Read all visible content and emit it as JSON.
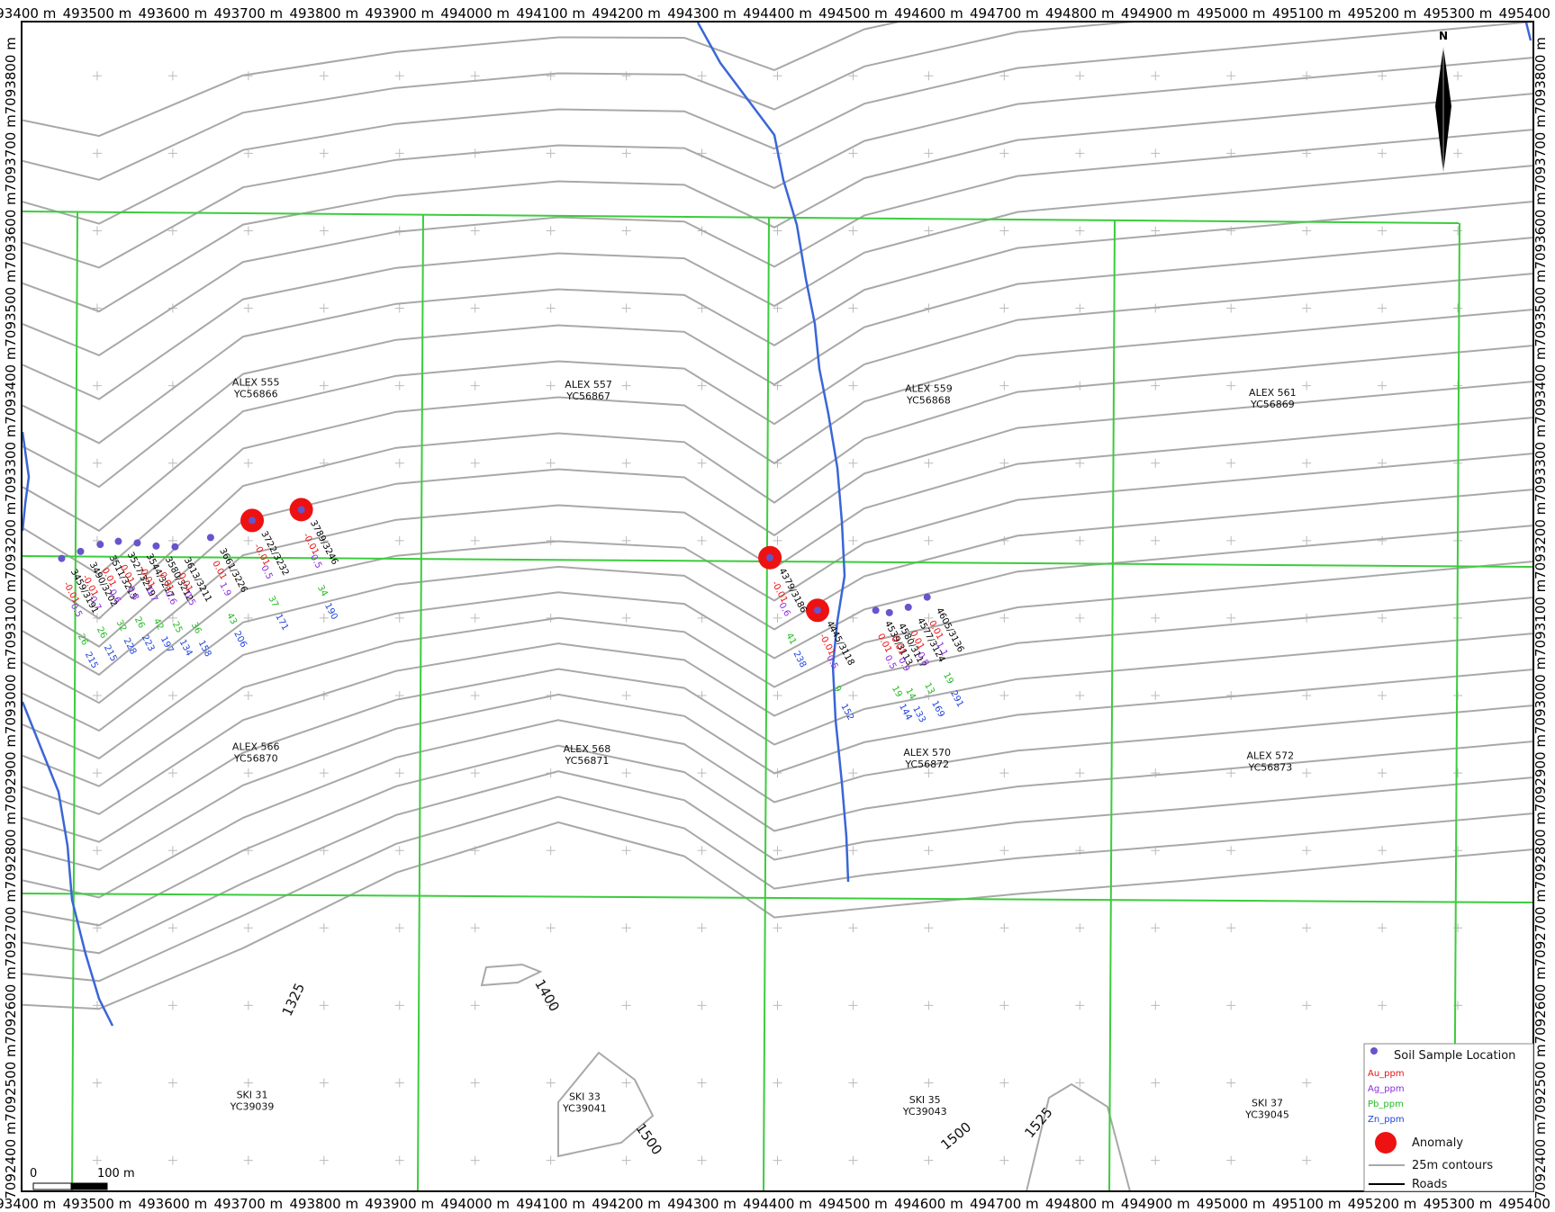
{
  "axes": {
    "x_labels": [
      "493400 m",
      "493500 m",
      "493600 m",
      "493700 m",
      "493800 m",
      "493900 m",
      "494000 m",
      "494100 m",
      "494200 m",
      "494300 m",
      "494400 m",
      "494500 m",
      "494600 m",
      "494700 m",
      "494800 m",
      "494900 m",
      "495000 m",
      "495100 m",
      "495200 m",
      "495300 m",
      "495400 m"
    ],
    "y_labels": [
      "7093800 m",
      "7093700 m",
      "7093600 m",
      "7093500 m",
      "7093400 m",
      "7093300 m",
      "7093200 m",
      "7093100 m",
      "7093000 m",
      "7092900 m",
      "7092800 m",
      "7092700 m",
      "7092600 m",
      "7092500 m",
      "7092400 m"
    ],
    "x_range": [
      493400,
      495400
    ],
    "y_range": [
      7092360,
      7093870
    ]
  },
  "north_arrow": {
    "label": "N"
  },
  "scale_bar": {
    "zero_label": "0",
    "length_label": "100 m",
    "length_m": 100
  },
  "claims": [
    {
      "name": "ALEX 555",
      "code": "YC56866",
      "x": 493710,
      "y": 7093400
    },
    {
      "name": "ALEX 557",
      "code": "YC56867",
      "x": 494150,
      "y": 7093397
    },
    {
      "name": "ALEX 559",
      "code": "YC56868",
      "x": 494600,
      "y": 7093392
    },
    {
      "name": "ALEX 561",
      "code": "YC56869",
      "x": 495055,
      "y": 7093387
    },
    {
      "name": "ALEX 566",
      "code": "YC56870",
      "x": 493710,
      "y": 7092930
    },
    {
      "name": "ALEX 568",
      "code": "YC56871",
      "x": 494148,
      "y": 7092927
    },
    {
      "name": "ALEX 570",
      "code": "YC56872",
      "x": 494598,
      "y": 7092922
    },
    {
      "name": "ALEX 572",
      "code": "YC56873",
      "x": 495052,
      "y": 7092918
    },
    {
      "name": "SKI 31",
      "code": "YC39039",
      "x": 493705,
      "y": 7092480
    },
    {
      "name": "SKI 33",
      "code": "YC39041",
      "x": 494145,
      "y": 7092478
    },
    {
      "name": "SKI 35",
      "code": "YC39043",
      "x": 494595,
      "y": 7092474
    },
    {
      "name": "SKI 37",
      "code": "YC39045",
      "x": 495048,
      "y": 7092470
    }
  ],
  "contour_labels": [
    {
      "text": "1325",
      "x": 493765,
      "y": 7092605,
      "angle": -65
    },
    {
      "text": "1500",
      "x": 494225,
      "y": 7092424,
      "angle": 55
    },
    {
      "text": "1500",
      "x": 494640,
      "y": 7092427,
      "angle": -40
    },
    {
      "text": "1525",
      "x": 494750,
      "y": 7092445,
      "angle": -50
    },
    {
      "text": "1400",
      "x": 494090,
      "y": 7092610,
      "angle": 60
    }
  ],
  "samples": [
    {
      "id": "3459/3191",
      "x": 493453,
      "y": 7093177,
      "au": "-0.01",
      "ag": "0.5",
      "pb": "26",
      "zn": "215"
    },
    {
      "id": "3490/3202",
      "x": 493478,
      "y": 7093186,
      "au": "-0.01",
      "ag": "0.7",
      "pb": "26",
      "zn": "215"
    },
    {
      "id": "3511/3215",
      "x": 493504,
      "y": 7093195,
      "au": "0.01",
      "ag": "0.6",
      "pb": "32",
      "zn": "228"
    },
    {
      "id": "3527/3219",
      "x": 493528,
      "y": 7093199,
      "au": "0.01",
      "ag": "0.8",
      "pb": "26",
      "zn": "223"
    },
    {
      "id": "3544/3217",
      "x": 493553,
      "y": 7093197,
      "au": "-0.01",
      "ag": "0.7",
      "pb": "42",
      "zn": "197"
    },
    {
      "id": "3580/3212",
      "x": 493578,
      "y": 7093193,
      "au": "-0.01",
      "ag": "0.6",
      "pb": "25",
      "zn": "134"
    },
    {
      "id": "3613/3211",
      "x": 493603,
      "y": 7093192,
      "au": "-0.01",
      "ag": "0.5",
      "pb": "36",
      "zn": "158"
    },
    {
      "id": "3661/3226",
      "x": 493650,
      "y": 7093204,
      "au": "0.01",
      "ag": "1.9",
      "pb": "43",
      "zn": "206"
    },
    {
      "id": "3722/3232",
      "x": 493705,
      "y": 7093226,
      "au": "-0.01",
      "ag": "0.5",
      "pb": "37",
      "zn": "171",
      "anomaly": true
    },
    {
      "id": "3789/3246",
      "x": 493770,
      "y": 7093240,
      "au": "-0.01",
      "ag": "0.5",
      "pb": "34",
      "zn": "190",
      "anomaly": true
    },
    {
      "id": "4379/3186",
      "x": 494390,
      "y": 7093178,
      "au": "-0.01",
      "ag": "0.6",
      "pb": "41",
      "zn": "238",
      "anomaly": true
    },
    {
      "id": "4445/3118",
      "x": 494453,
      "y": 7093110,
      "au": "-0.01",
      "ag": "0.5",
      "pb": "9",
      "zn": "152",
      "anomaly": true
    },
    {
      "id": "4539/3113",
      "x": 494530,
      "y": 7093110,
      "au": "0.01",
      "ag": "0.5",
      "pb": "19",
      "zn": "144"
    },
    {
      "id": "4580/3117",
      "x": 494548,
      "y": 7093107,
      "au": "0.01",
      "ag": "0.9",
      "pb": "14",
      "zn": "133"
    },
    {
      "id": "4577/3124",
      "x": 494573,
      "y": 7093114,
      "au": "0.01",
      "ag": "0.8",
      "pb": "13",
      "zn": "169"
    },
    {
      "id": "4605/3136",
      "x": 494598,
      "y": 7093127,
      "au": "0.01",
      "ag": "1.1",
      "pb": "19",
      "zn": "291"
    }
  ],
  "legend": {
    "items": [
      {
        "key": "soil",
        "label": "Soil Sample Location"
      },
      {
        "key": "au",
        "label": "Au_ppm"
      },
      {
        "key": "ag",
        "label": "Ag_ppm"
      },
      {
        "key": "pb",
        "label": "Pb_ppm"
      },
      {
        "key": "zn",
        "label": "Zn_ppm"
      },
      {
        "key": "anomaly",
        "label": "Anomaly"
      },
      {
        "key": "contours",
        "label": "25m contours"
      },
      {
        "key": "roads",
        "label": "Roads"
      }
    ]
  },
  "colors": {
    "contour": "#a8a8a8",
    "claim_line": "#3ccc3c",
    "stream": "#3a66d6",
    "sample": "#6655cc",
    "anomaly": "#ee1111",
    "au": "#ee1111",
    "ag": "#8a2be2",
    "pb": "#22bb22",
    "zn": "#2244dd",
    "grid_cross": "#bbbbbb"
  }
}
